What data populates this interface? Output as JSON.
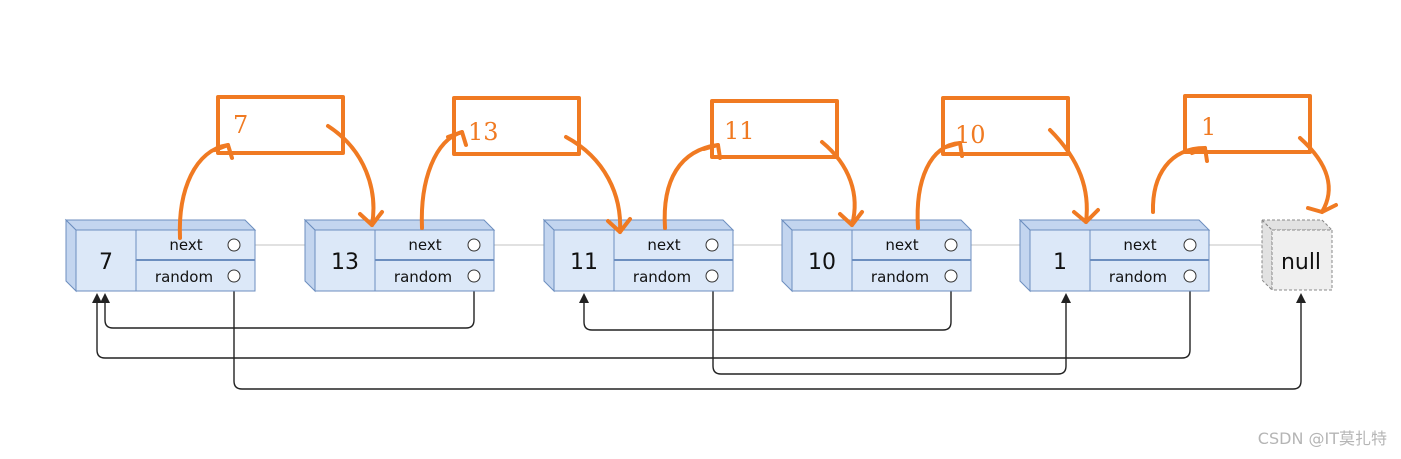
{
  "nodes": [
    {
      "value": "7",
      "next_label": "next",
      "random_label": "random"
    },
    {
      "value": "13",
      "next_label": "next",
      "random_label": "random"
    },
    {
      "value": "11",
      "next_label": "next",
      "random_label": "random"
    },
    {
      "value": "10",
      "next_label": "next",
      "random_label": "random"
    },
    {
      "value": "1",
      "next_label": "next",
      "random_label": "random"
    }
  ],
  "null_label": "null",
  "copies": [
    "7",
    "13",
    "11",
    "10",
    "1"
  ],
  "watermark": "CSDN @IT莫扎特",
  "colors": {
    "node_fill": "#dce8f8",
    "node_side": "#c3d5ef",
    "node_border": "#6c8ebf",
    "annotation": "#f07a22",
    "arrow": "#222222",
    "null_fill": "#efefef"
  }
}
